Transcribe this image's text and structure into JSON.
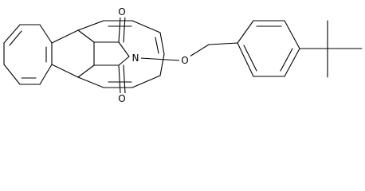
{
  "molecule": {
    "atoms": {
      "oxygen_top": "O",
      "oxygen_bottom": "O",
      "nitrogen": "N",
      "oxygen_ether": "O"
    }
  }
}
